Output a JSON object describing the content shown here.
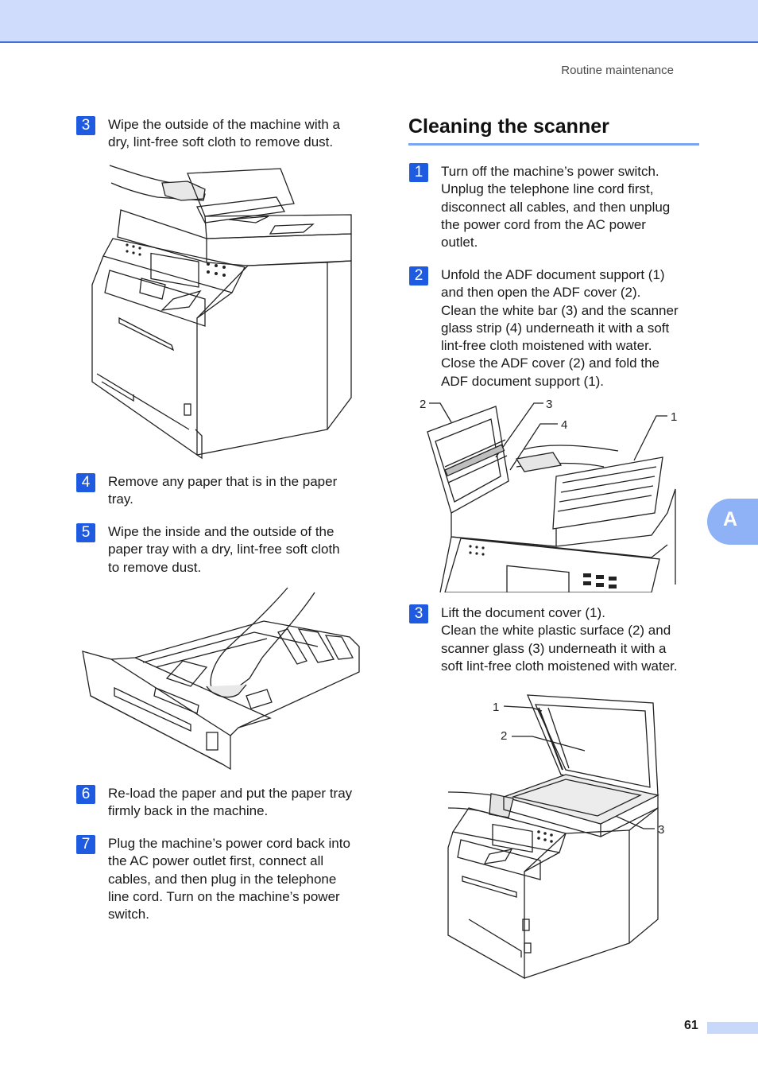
{
  "header": {
    "section": "Routine maintenance"
  },
  "side_tab": {
    "letter": "A"
  },
  "page": {
    "number": "61"
  },
  "left_steps": [
    {
      "num": "3",
      "lines": [
        "Wipe the outside of the machine with a",
        "dry, lint-free soft cloth to remove dust."
      ]
    },
    {
      "num": "4",
      "lines": [
        "Remove any paper that is in the paper",
        "tray."
      ]
    },
    {
      "num": "5",
      "lines": [
        "Wipe the inside and the outside of the",
        "paper tray with a dry, lint-free soft cloth",
        "to remove dust."
      ]
    },
    {
      "num": "6",
      "lines": [
        "Re-load the paper and put the paper tray",
        "firmly back in the machine."
      ]
    },
    {
      "num": "7",
      "lines": [
        "Plug the machine’s power cord back into",
        "the AC power outlet first, connect all",
        "cables, and then plug in the telephone",
        "line cord. Turn on the machine’s power",
        "switch."
      ]
    }
  ],
  "scanner": {
    "title": "Cleaning the scanner",
    "steps": [
      {
        "num": "1",
        "lines": [
          "Turn off the machine’s power switch.",
          "Unplug the telephone line cord first,",
          "disconnect all cables, and then unplug",
          "the power cord from the AC power",
          "outlet."
        ]
      },
      {
        "num": "2",
        "lines": [
          "Unfold the ADF document support (1)",
          "and then open the ADF cover (2).",
          "Clean the white bar (3) and the scanner",
          "glass strip (4) underneath it with a soft",
          "lint-free cloth moistened with water.",
          "Close the ADF cover (2) and fold the",
          "ADF document support (1)."
        ]
      },
      {
        "num": "3",
        "lines": [
          "Lift the document cover (1).",
          "Clean the white plastic surface (2) and",
          "scanner glass (3) underneath it with a",
          "soft lint-free cloth moistened with water."
        ]
      }
    ],
    "figure_adf_callouts": [
      "2",
      "3",
      "4",
      "1"
    ],
    "figure_glass_callouts": [
      "1",
      "2",
      "3"
    ]
  }
}
